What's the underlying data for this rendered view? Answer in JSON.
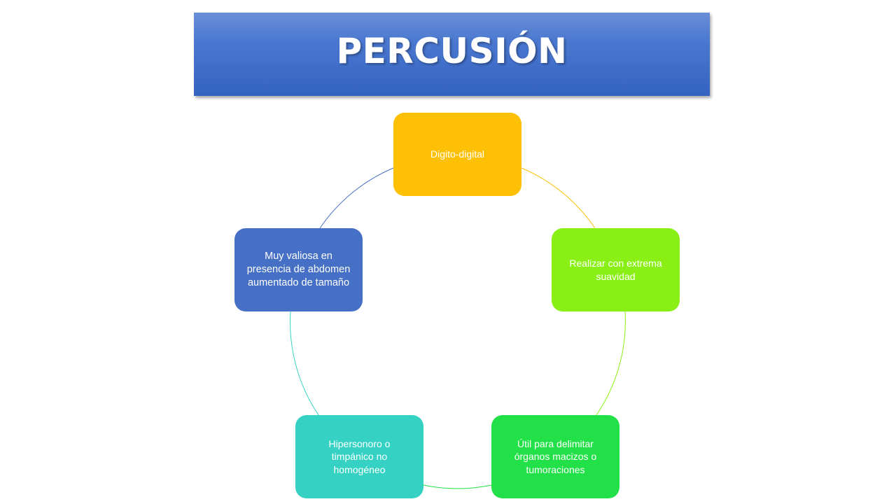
{
  "title": "PERCUSIÓN",
  "cycle": {
    "nodes": [
      {
        "label": "Digito-digital",
        "color": "#fdc004"
      },
      {
        "label": "Realizar con extrema suavidad",
        "color": "#8aef14"
      },
      {
        "label": "Útil para delimitar órganos macizos o tumoraciones",
        "color": "#22e047"
      },
      {
        "label": "Hipersonoro  o\n  timpánico  no\nhomogéneo",
        "color": "#35d2c4"
      },
      {
        "label": "Muy valiosa en presencia de abdomen aumentado de tamaño",
        "color": "#4570c6"
      }
    ]
  },
  "colors": {
    "title_banner": "#3f6fcb",
    "title_text": "#ffffff"
  }
}
